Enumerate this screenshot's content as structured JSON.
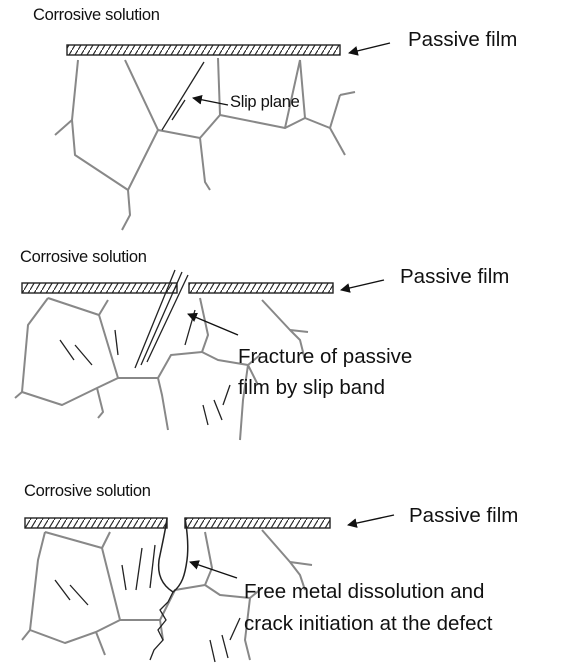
{
  "panels": [
    {
      "solution_label": "Corrosive solution",
      "film_label": "Passive film",
      "note_label": "Slip plane"
    },
    {
      "solution_label": "Corrosive solution",
      "film_label": "Passive film",
      "note_label": "Fracture of passive\nfilm by slip band"
    },
    {
      "solution_label": "Corrosive solution",
      "film_label": "Passive film",
      "note_label": "Free metal dissolution and\ncrack initiation at the defect"
    }
  ],
  "colors": {
    "grain_boundary": "#888888",
    "film_stroke": "#222222",
    "slip_line": "#222222",
    "text": "#111111"
  }
}
